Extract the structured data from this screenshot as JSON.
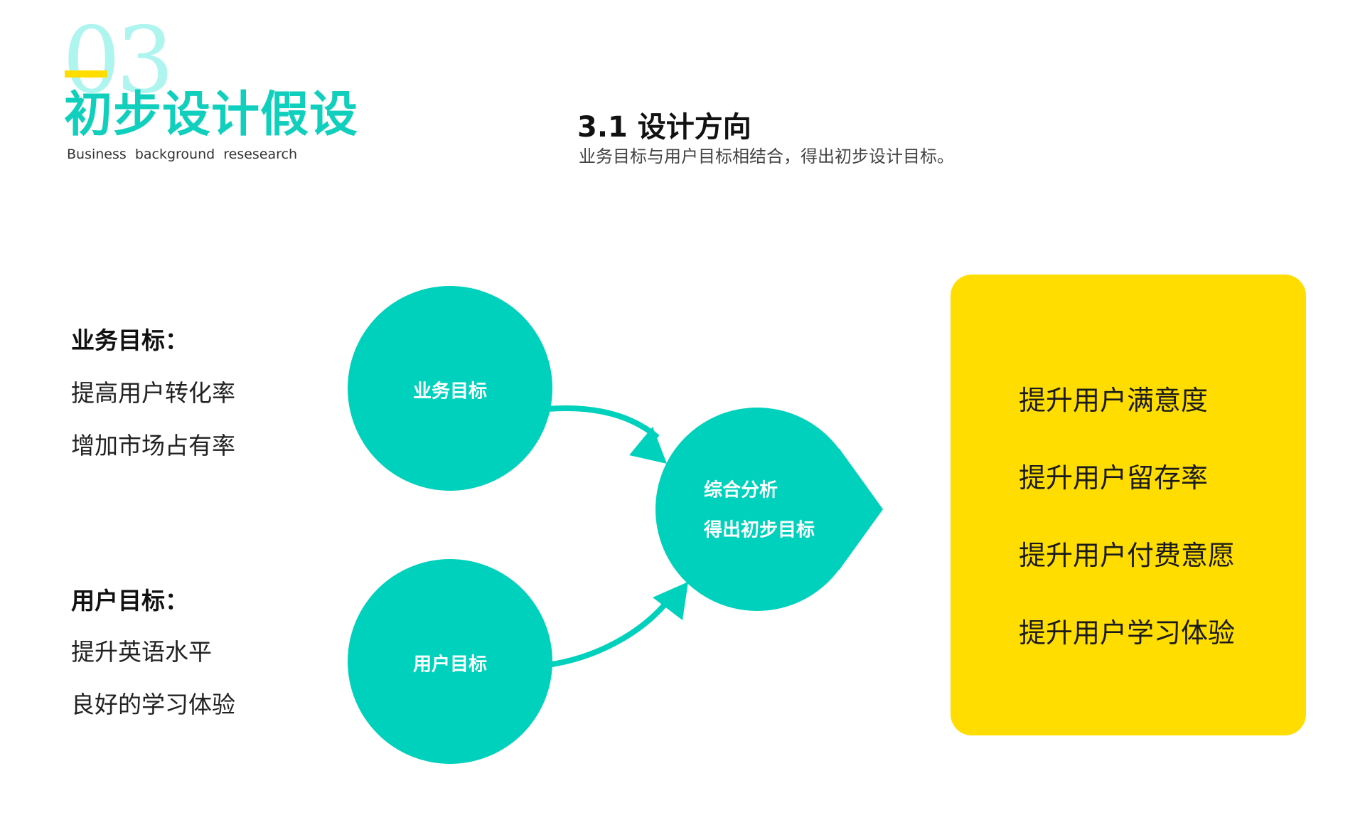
{
  "header": {
    "section_number": "03",
    "section_title": "初步设计假设",
    "section_subtitle": "Business background resesearch",
    "subsection_title": "3.1 设计方向",
    "subsection_desc": "业务目标与用户目标相结合，得出初步设计目标。"
  },
  "business_goals": {
    "title": "业务目标：",
    "items": [
      "提高用户转化率",
      "增加市场占有率"
    ]
  },
  "user_goals": {
    "title": "用户目标：",
    "items": [
      "提升英语水平",
      "良好的学习体验"
    ]
  },
  "diagram": {
    "node_business": "业务目标",
    "node_user": "用户目标",
    "node_analysis_line1": "综合分析",
    "node_analysis_line2": "得出初步目标"
  },
  "results": {
    "items": [
      "提升用户满意度",
      "提升用户留存率",
      "提升用户付费意愿",
      "提升用户学习体验"
    ]
  },
  "colors": {
    "teal": "#00d1bc",
    "yellow": "#ffdd00",
    "light_teal": "#aef4ef"
  }
}
